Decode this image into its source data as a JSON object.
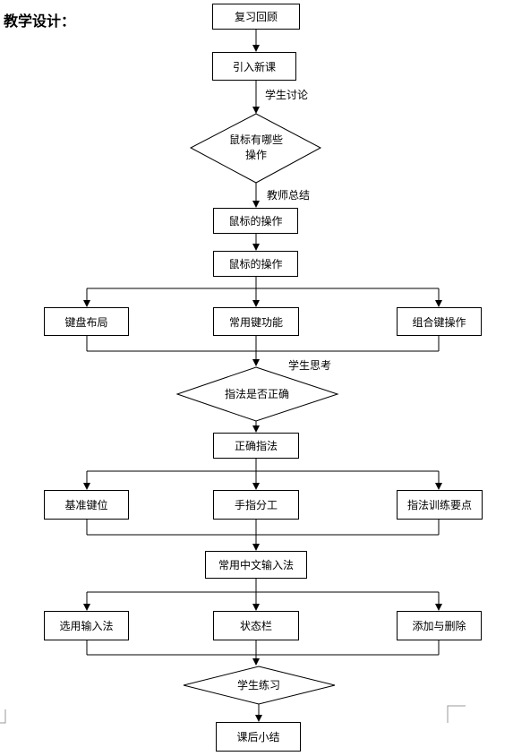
{
  "title": "教学设计：",
  "nodes": {
    "review": "复习回顾",
    "intro": "引入新课",
    "mouse_question": "鼠标有哪些\n操作",
    "mouse_ops_1": "鼠标的操作",
    "mouse_ops_2": "鼠标的操作",
    "keyboard_layout": "键盘布局",
    "common_keys": "常用键功能",
    "combo_keys": "组合键操作",
    "fingering_question": "指法是否正确",
    "correct_fingering": "正确指法",
    "home_keys": "基准键位",
    "finger_division": "手指分工",
    "training_points": "指法训练要点",
    "chinese_input": "常用中文输入法",
    "select_input": "选用输入法",
    "status_bar": "状态栏",
    "add_remove": "添加与删除",
    "practice": "学生练习",
    "summary": "课后小结"
  },
  "edge_labels": {
    "student_discussion": "学生讨论",
    "teacher_summary": "教师总结",
    "student_thinking": "学生思考"
  }
}
